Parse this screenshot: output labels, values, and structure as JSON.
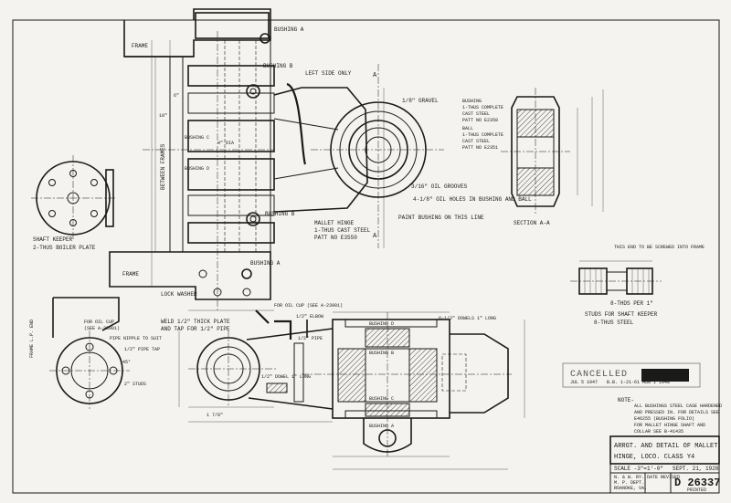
{
  "drawing": {
    "title_line1": "ARRGT. AND DETAIL OF MALLET",
    "title_line2": "HINGE, LOCO. CLASS Y4",
    "scale": "SCALE -3\"=1'-0\"",
    "date": "SEPT. 21, 1928",
    "drawing_number": "D 26337",
    "company_line1": "N. & W. RY.",
    "company_line2": "M. P. DEPT.",
    "company_line3": "ROANOKE, VA.",
    "date_revised_header": "DATE REVISED",
    "printed_label": "PRINTED",
    "stamp_cancelled": "CANCELLED",
    "stamp_dates": "JUL 5 1947",
    "stamp_line2": "B.B. 1-21-61 AUG 1 1948"
  },
  "notes": {
    "note_label": "NOTE-",
    "note_line1": "ALL BUSHINGS STEEL CASE HARDENED",
    "note_line2": "AND PRESSED IN. FOR DETAILS SEE",
    "note_line3": "E46255 (BUSHING FOLIO)",
    "note_line4": "FOR MALLET HINGE SHAFT AND",
    "note_line5": "COLLAR SEE B-41435"
  },
  "labels": {
    "frame_top": "FRAME",
    "frame_bottom": "FRAME",
    "bushing_a_top": "BUSHING A",
    "bushing_a_bottom": "BUSHING A",
    "bushing_b_top": "BUSHING B",
    "bushing_b_bottom": "BUSHING B",
    "bushing_c": "BUSHING C",
    "bushing_d": "BUSHING D",
    "left_side_only": "LEFT SIDE ONLY",
    "gravel": "1/8\" GRAVEL",
    "oil_grooves": "3/16\" OIL GROOVES",
    "oil_holes": "4-1/8\" OIL HOLES IN BUSHING AND BALL",
    "paint_bushing": "PAINT BUSHING ON THIS LINE",
    "mallet_hinge": "MALLET HINGE",
    "mallet_hinge_2": "1-THUS CAST STEEL",
    "mallet_hinge_3": "PATT NO E3550",
    "between_frames": "BETWEEN FRAMES",
    "bushing_callout_1": "BUSHING",
    "bushing_callout_2": "1-THUS COMPLETE",
    "bushing_callout_3": "CAST STEEL",
    "bushing_callout_4": "PATT NO E2350",
    "ball_callout_1": "BALL",
    "ball_callout_2": "1-THUS COMPLETE",
    "ball_callout_3": "CAST STEEL",
    "ball_callout_4": "PATT NO E2351",
    "section_aa": "SECTION A-A",
    "shaft_keeper_1": "SHAFT KEEPER",
    "shaft_keeper_2": "2-THUS BOILER PLATE",
    "studs_1": "STUDS FOR SHAFT KEEPER",
    "studs_2": "8-THUS STEEL",
    "studs_threads": "8-THDS PER 1\"",
    "studs_note": "THIS END TO BE SCREWED INTO FRAME",
    "lock_washer": "LOCK WASHER",
    "frame_lp": "FRAME L.P. END",
    "oil_cup": "FOR OIL CUP",
    "oil_cup_2": "(SEE A-23901)",
    "pipe_nipple": "PIPE NIPPLE TO SUIT",
    "pipe_tap": "1/2\" PIPE TAP",
    "studs_small": "2\" STUDS",
    "weld_plate_1": "WELD 1/2\" THICK PLATE",
    "weld_plate_2": "AND TAP FOR 1/2\" PIPE",
    "oil_cup_top": "FOR OIL CUP (SEE A-23901)",
    "elbow": "1/2\" ELBOW",
    "pipe_half": "1/2\" PIPE",
    "dowels_long": "6-1/2\" DOWELS 1\" LONG",
    "dowel_short": "1/2\" DOWEL 1\" LONG",
    "bushing_d_lower": "BUSHING D",
    "bushing_b_lower": "BUSHING B",
    "bushing_c_lower": "BUSHING C",
    "bushing_a_lower": "BUSHING A",
    "section_mark_a": "A",
    "section_mark_a2": "A",
    "angle_45": "45°",
    "dim_6": "6\"",
    "dim_10": "10\"",
    "dim_1_78": "1 7/8\"",
    "dim_4_dia": "4\" DIA"
  }
}
